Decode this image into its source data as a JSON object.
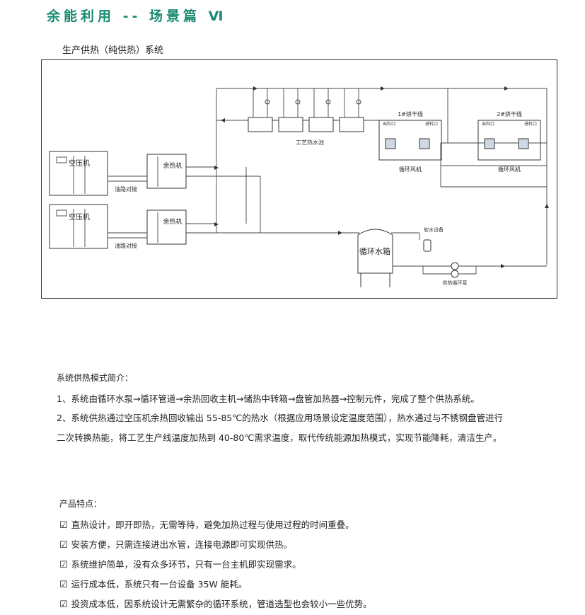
{
  "header": {
    "title": "余能利用 -- 场景篇 Ⅵ",
    "subtitle": "生产供热（纯供热）系统"
  },
  "diagram": {
    "compressor_label": "空压机",
    "heat_recovery_label": "余热机",
    "oil_connection_label": "油路对接",
    "process_pool_label": "工艺热水池",
    "tank_label": "循环水箱",
    "softener_label": "软水设备",
    "pump_label": "供热循环泵",
    "dryer1_label": "1#烘干线",
    "dryer2_label": "2#烘干线",
    "inlet_label": "进料口",
    "outlet_label": "出料口",
    "fan_label": "循环风机"
  },
  "intro": {
    "heading": "系统供热模式简介：",
    "line1": "1、系统由循环水泵→循环管道→余热回收主机→储热中转箱→盘管加热器→控制元件，完成了整个供热系统。",
    "line2": "2、系统供热通过空压机余热回收输出 55-85℃的热水（根据应用场景设定温度范围），热水通过与不锈钢盘管进行",
    "line3": "二次转换热能，将工艺生产线温度加热到 40-80℃需求温度，取代传统能源加热模式，实现节能降耗，清洁生产。"
  },
  "features": {
    "heading": "产品特点：",
    "check": "☑",
    "items": [
      "直热设计，即开即热，无需等待，避免加热过程与使用过程的时间重叠。",
      "安装方便，只需连接进出水管，连接电源即可实现供热。",
      "系统维护简单，没有众多环节，只有一台主机即实现需求。",
      "运行成本低，系统只有一台设备 35W 能耗。",
      "投资成本低，因系统设计无需繁杂的循环系统，管道选型也会较小一些优势。"
    ]
  }
}
